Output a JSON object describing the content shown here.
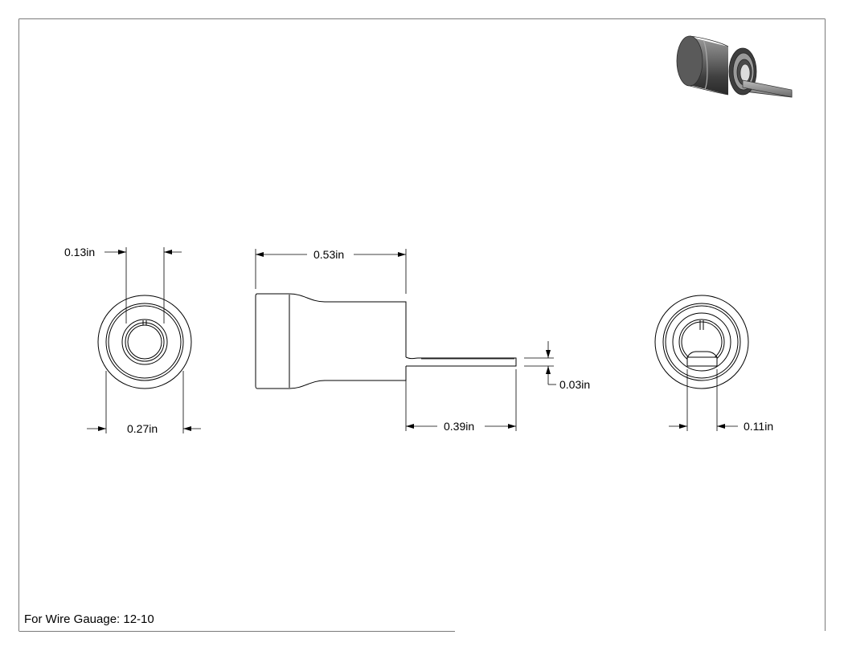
{
  "dimensions": {
    "pin_diameter": "0.13in",
    "body_length": "0.53in",
    "outer_diameter": "0.27in",
    "pin_length": "0.39in",
    "pin_thickness": "0.03in",
    "pin_width": "0.11in"
  },
  "note": "For Wire Gauage: 12-10",
  "colors": {
    "line": "#000000",
    "frame": "#7a7a7a",
    "render_dark": "#4a4a4a",
    "render_mid": "#8a8a8a",
    "render_light": "#cfcfcf"
  }
}
